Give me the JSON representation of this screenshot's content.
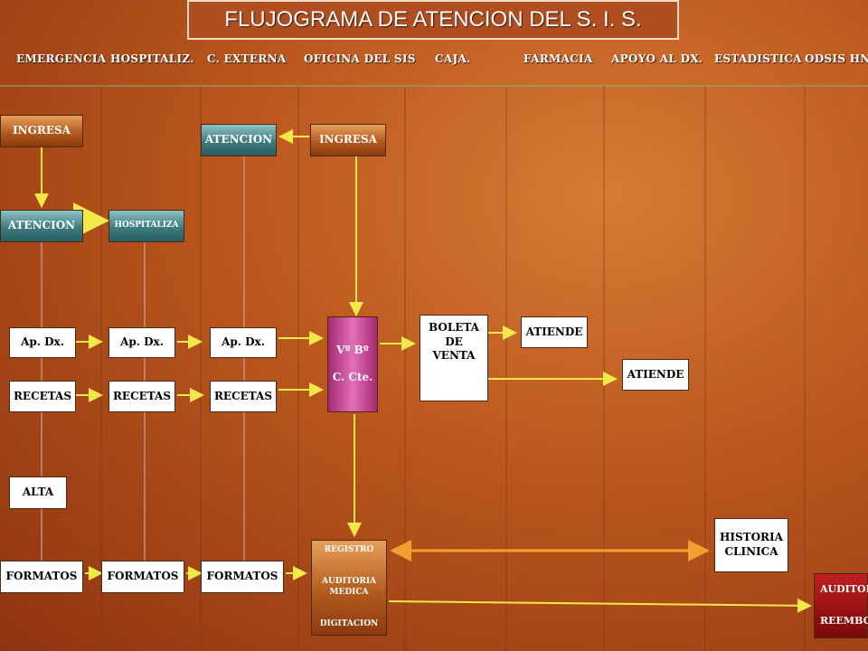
{
  "title": "FLUJOGRAMA DE ATENCION DEL S. I. S.",
  "columns": [
    "EMERGENCIA",
    "HOSPITALIZ.",
    "C. EXTERNA",
    "OFICINA DEL SIS",
    "CAJA.",
    "FARMACIA",
    "APOYO AL  DX.",
    "ESTADISTICA",
    "ODSIS HNE"
  ],
  "boxes": {
    "em_ingresa": "INGRESA",
    "em_atencion": "ATENCION",
    "hosp_hospitaliza": "HOSPITALIZA",
    "ce_atencion": "ATENCION",
    "sis_ingresa": "INGRESA",
    "em_apdx": "Ap. Dx.",
    "hosp_apdx": "Ap. Dx.",
    "ce_apdx": "Ap. Dx.",
    "em_recetas": "RECETAS",
    "hosp_recetas": "RECETAS",
    "ce_recetas": "RECETAS",
    "em_alta": "ALTA",
    "em_formatos": "FORMATOS",
    "hosp_formatos": "FORMATOS",
    "ce_formatos": "FORMATOS",
    "vobo_line1": "Vº Bº",
    "vobo_line2": "C. Cte.",
    "boleta_line1": "BOLETA",
    "boleta_line2": "DE",
    "boleta_line3": "VENTA",
    "farm_atiende": "ATIENDE",
    "apoyo_atiende": "ATIENDE",
    "historia_line1": "HISTORIA",
    "historia_line2": "CLINICA",
    "reg_line1": "REGISTRO",
    "reg_line2": "AUDITORIA",
    "reg_line3": "MEDICA",
    "reg_line4": "DIGITACION",
    "audit_line1": "AUDITOR",
    "audit_line2": "REEMBO"
  }
}
